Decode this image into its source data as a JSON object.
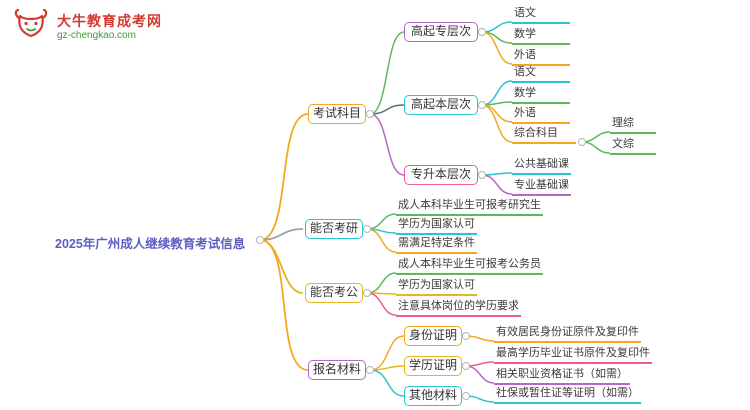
{
  "logo": {
    "title": "大牛教育成考网",
    "domain": "gz-chengkao.com"
  },
  "root": {
    "label": "2025年广州成人继续教育考试信息"
  },
  "branches": [
    {
      "label": "考试科目",
      "children": [
        {
          "label": "高起专层次",
          "children": [
            {
              "label": "语文"
            },
            {
              "label": "数学"
            },
            {
              "label": "外语"
            }
          ]
        },
        {
          "label": "高起本层次",
          "children": [
            {
              "label": "语文"
            },
            {
              "label": "数学"
            },
            {
              "label": "外语"
            },
            {
              "label": "综合科目",
              "children": [
                {
                  "label": "理综"
                },
                {
                  "label": "文综"
                }
              ]
            }
          ]
        },
        {
          "label": "专升本层次",
          "children": [
            {
              "label": "公共基础课"
            },
            {
              "label": "专业基础课"
            }
          ]
        }
      ]
    },
    {
      "label": "能否考研",
      "children": [
        {
          "label": "成人本科毕业生可报考研究生"
        },
        {
          "label": "学历为国家认可"
        },
        {
          "label": "需满足特定条件"
        }
      ]
    },
    {
      "label": "能否考公",
      "children": [
        {
          "label": "成人本科毕业生可报考公务员"
        },
        {
          "label": "学历为国家认可"
        },
        {
          "label": "注意具体岗位的学历要求"
        }
      ]
    },
    {
      "label": "报名材料",
      "children": [
        {
          "label": "身份证明",
          "children": [
            {
              "label": "有效居民身份证原件及复印件"
            }
          ]
        },
        {
          "label": "学历证明",
          "children": [
            {
              "label": "最高学历毕业证书原件及复印件"
            },
            {
              "label": "相关职业资格证书（如需）"
            }
          ]
        },
        {
          "label": "其他材料",
          "children": [
            {
              "label": "社保或暂住证等证明（如需）"
            }
          ]
        }
      ]
    }
  ],
  "colors": {
    "orange": "#F5A623",
    "green": "#5CB85C",
    "teal": "#29C5CE",
    "yellow": "#E3B71F",
    "pink": "#EF5B8C",
    "purple": "#B668C8",
    "dark": "#546E7A",
    "root_text": "#5D5FC0",
    "brand_red": "#D43A2F",
    "brand_green": "#3D9A35"
  }
}
